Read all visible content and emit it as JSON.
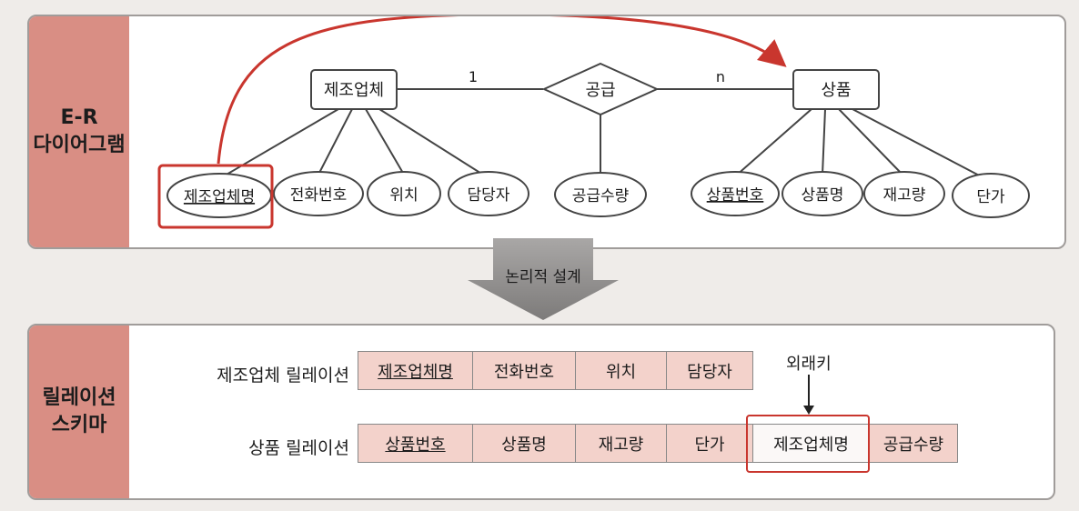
{
  "er": {
    "side_label_line1": "E-R",
    "side_label_line2": "다이어그램",
    "entities": {
      "manufacturer": "제조업체",
      "product": "상품"
    },
    "relationship": "공급",
    "cardinality_left": "1",
    "cardinality_right": "n",
    "manufacturer_attributes": [
      "제조업체명",
      "전화번호",
      "위치",
      "담당자"
    ],
    "relationship_attributes": [
      "공급수량"
    ],
    "product_attributes": [
      "상품번호",
      "상품명",
      "재고량",
      "단가"
    ]
  },
  "transition": {
    "label": "논리적 설계"
  },
  "schema": {
    "side_label_line1": "릴레이션",
    "side_label_line2": "스키마",
    "manufacturer_relation": {
      "label": "제조업체 릴레이션",
      "columns": [
        "제조업체명",
        "전화번호",
        "위치",
        "담당자"
      ]
    },
    "product_relation": {
      "label": "상품 릴레이션",
      "columns": [
        "상품번호",
        "상품명",
        "재고량",
        "단가",
        "제조업체명",
        "공급수량"
      ]
    },
    "foreign_key_label": "외래키"
  },
  "colors": {
    "accent": "#c9362e",
    "side_bg": "#d98e84",
    "cell_pink": "#f3d2cb"
  }
}
